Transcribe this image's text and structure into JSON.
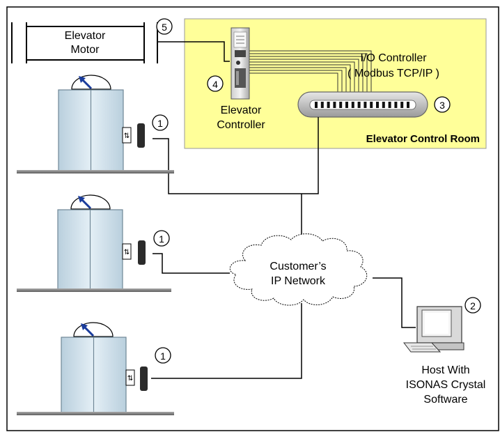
{
  "labels": {
    "elevator_motor": [
      "Elevator",
      "Motor"
    ],
    "io_controller": [
      "I/O Controller",
      "( Modbus TCP/IP )"
    ],
    "elevator_controller": [
      "Elevator",
      "Controller"
    ],
    "control_room": "Elevator Control Room",
    "network": [
      "Customer’s",
      "IP Network"
    ],
    "host": [
      "Host With",
      "ISONAS Crystal",
      "Software"
    ]
  },
  "callouts": {
    "reader_top": "1",
    "reader_middle": "1",
    "reader_bottom": "1",
    "host": "2",
    "io_controller": "3",
    "elevator_controller": "4",
    "elevator_motor": "5"
  },
  "colors": {
    "control_room_fill": "#ffff99",
    "elevator_door": "#cfe3f0",
    "floor_line": "#8a8a8a",
    "indicator_arrow": "#1a3c9c"
  }
}
